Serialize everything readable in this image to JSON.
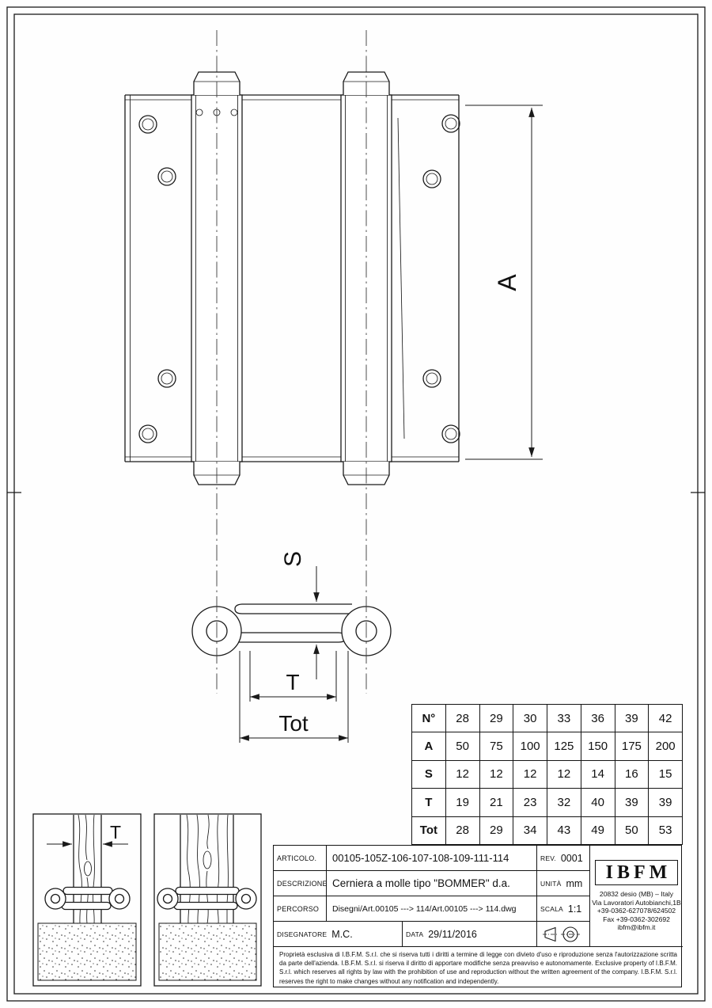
{
  "drawing": {
    "dim_a": "A",
    "dim_s": "S",
    "dim_t": "T",
    "dim_tot": "Tot",
    "detail_dim_t": "T"
  },
  "table": {
    "rows": [
      {
        "h": "N°",
        "v": [
          "28",
          "29",
          "30",
          "33",
          "36",
          "39",
          "42"
        ]
      },
      {
        "h": "A",
        "v": [
          "50",
          "75",
          "100",
          "125",
          "150",
          "175",
          "200"
        ]
      },
      {
        "h": "S",
        "v": [
          "12",
          "12",
          "12",
          "12",
          "14",
          "16",
          "15"
        ]
      },
      {
        "h": "T",
        "v": [
          "19",
          "21",
          "23",
          "32",
          "40",
          "39",
          "39"
        ]
      },
      {
        "h": "Tot",
        "v": [
          "28",
          "29",
          "34",
          "43",
          "49",
          "50",
          "53"
        ]
      }
    ]
  },
  "title_block": {
    "articolo_label": "ARTICOLO.",
    "articolo_value": "00105-105Z-106-107-108-109-111-114",
    "rev_label": "REV.",
    "rev_value": "0001",
    "descrizione_label": "DESCRIZIONE",
    "descrizione_value": "Cerniera a molle tipo \"BOMMER\" d.a.",
    "unita_label": "UNITÀ",
    "unita_value": "mm",
    "percorso_label": "PERCORSO",
    "percorso_value": "Disegni/Art.00105 ---> 114/Art.00105 ---> 114.dwg",
    "scala_label": "SCALA",
    "scala_value": "1:1",
    "disegnatore_label": "DISEGNATORE",
    "disegnatore_value": "M.C.",
    "data_label": "DATA",
    "data_value": "29/11/2016"
  },
  "company": {
    "logo_text": "IBFM",
    "address_line1": "20832 desio (MB) – Italy",
    "address_line2": "Via Lavoratori Autobianchi,1B",
    "phone": "+39-0362-627078/624502",
    "fax": "Fax +39-0362-302692",
    "email": "ibfm@ibfm.it"
  },
  "legal_text": "Proprietà esclusiva di I.B.F.M. S.r.l. che si riserva tutti i diritti a termine di legge con divieto d'uso e riproduzione senza l'autorizzazione scritta da parte dell'azienda. I.B.F.M. S.r.l. si riserva il diritto di apportare modifiche senza preavviso e autonomamente. Exclusive property of I.B.F.M. S.r.l. which reserves all rights by law with the prohibition of use and reproduction without the written agreement of the company. I.B.F.M. S.r.l. reserves the right to make changes without any notification and independently."
}
